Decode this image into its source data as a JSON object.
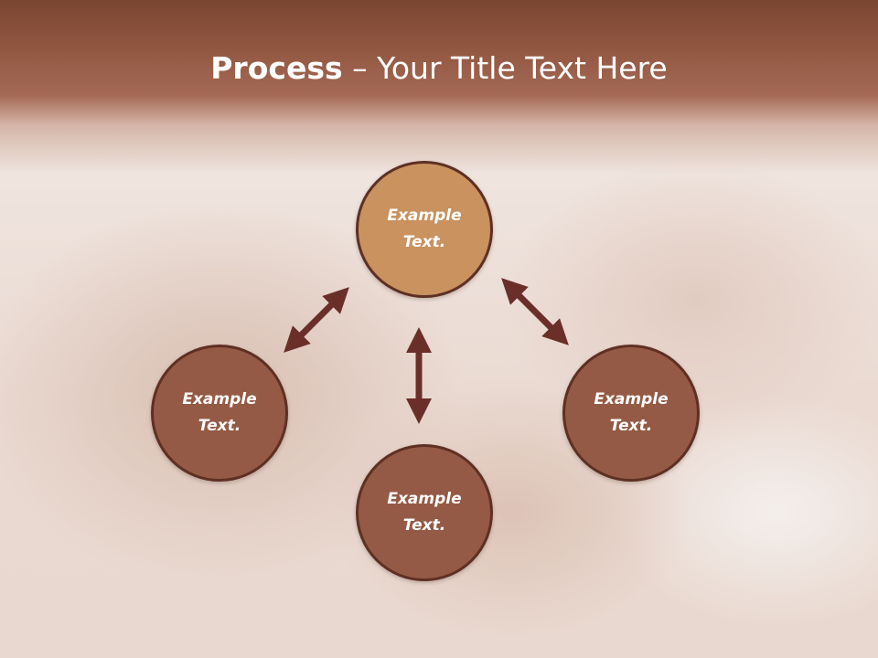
{
  "slide": {
    "title_bold": "Process",
    "title_rest": " – Your Title Text Here"
  },
  "circles": {
    "top": {
      "line1": "Example",
      "line2": "Text."
    },
    "left": {
      "line1": "Example",
      "line2": "Text."
    },
    "right": {
      "line1": "Example",
      "line2": "Text."
    },
    "bottom": {
      "line1": "Example",
      "line2": "Text."
    }
  },
  "colors": {
    "header": "#8f553f",
    "circle_highlight": "#c9925f",
    "circle_default": "#955a45",
    "circle_border": "#5e3023",
    "arrow": "#6b2f2a"
  },
  "icons": [
    "double-arrow-icon"
  ]
}
